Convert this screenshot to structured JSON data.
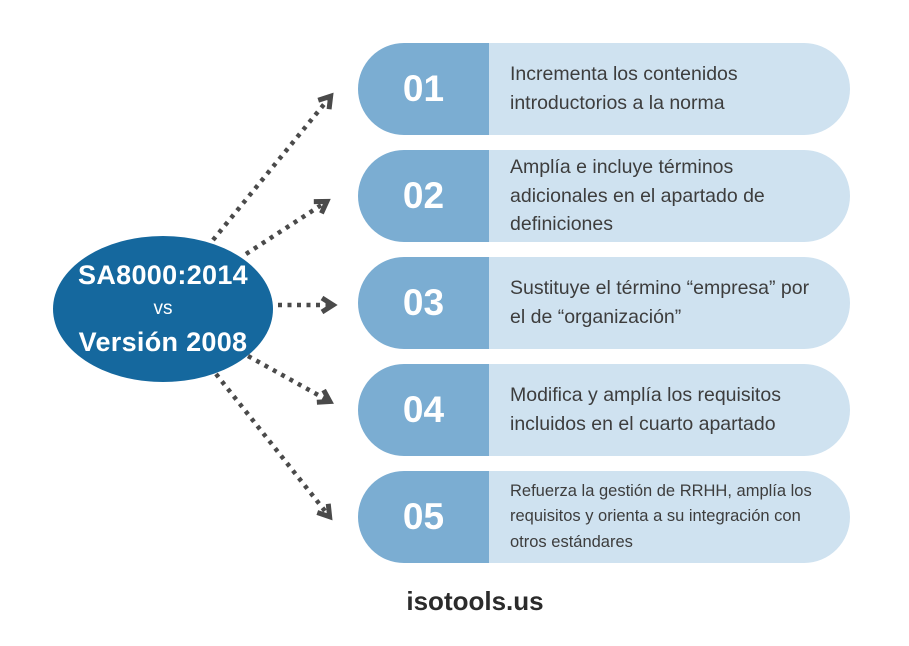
{
  "colors": {
    "primary-blue": "#15689e",
    "badge-blue": "#7badd2",
    "panel-blue": "#cfe2f0",
    "arrow-gray": "#4a4a4a",
    "text-dark": "#3d3d3d",
    "brand-dark": "#2b2b2b"
  },
  "oval": {
    "line1": "SA8000:2014",
    "line2": "vs",
    "line3": "Versión 2008"
  },
  "rows": [
    {
      "number": "01",
      "text": "Incrementa los contenidos introductorios a la norma"
    },
    {
      "number": "02",
      "text": "Amplía e incluye términos adicionales en el apartado de definiciones"
    },
    {
      "number": "03",
      "text": "Sustituye el término “empresa” por el de “organización”"
    },
    {
      "number": "04",
      "text": "Modifica y amplía los requisitos incluidos en el cuarto apartado"
    },
    {
      "number": "05",
      "text": "Refuerza la gestión de RRHH, amplía los requisitos y orienta a su integración con otros estándares"
    }
  ],
  "arrows": {
    "style": "dotted",
    "count": 5
  },
  "footer": {
    "brand": "isotools.us"
  }
}
